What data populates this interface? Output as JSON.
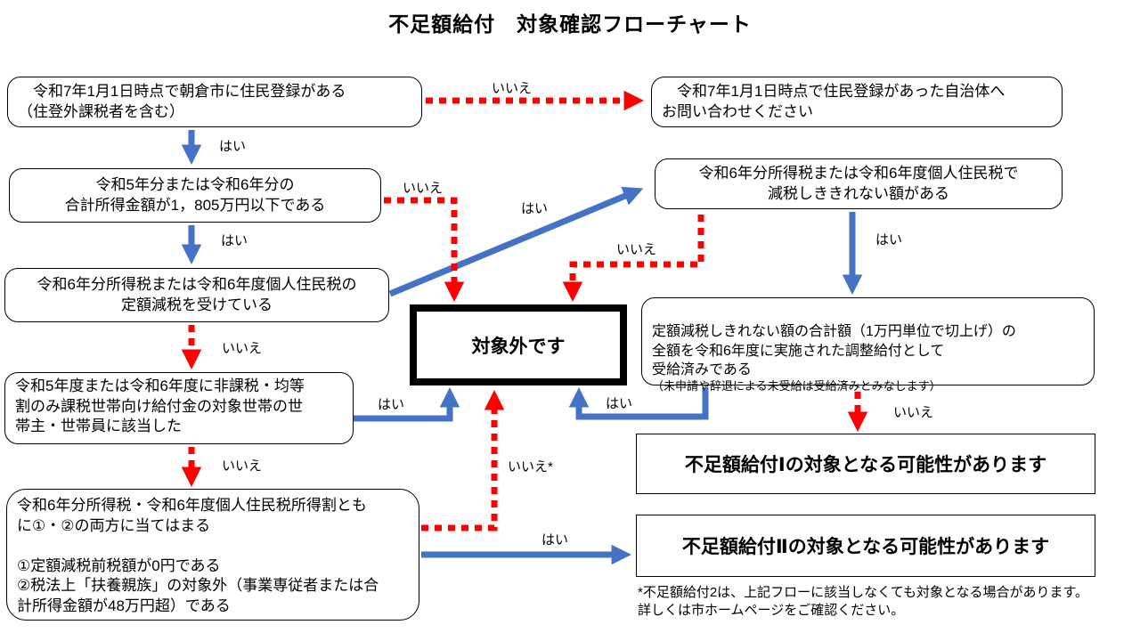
{
  "title": "不足額給付　対象確認フローチャート",
  "labels": {
    "yes": "はい",
    "no": "いいえ",
    "no_star": "いいえ*"
  },
  "colors": {
    "yes_arrow": "#4472C4",
    "no_arrow": "#FF0000",
    "box_border": "#000000",
    "excluded_border": "#000000"
  },
  "nodes": {
    "residence": "令和7年1月1日時点で朝倉市に住民登録がある\n（住登外課税者を含む）",
    "contact": "令和7年1月1日時点で住民登録があった自治体へ\nお問い合わせください",
    "income_limit": "令和5年分または令和6年分の\n合計所得金額が1，805万円以下である",
    "tax_reduction": "令和6年分所得税または令和6年度個人住民税の\n定額減税を受けている",
    "household_benefit": "令和5年度または令和6年度に非課税・均等\n割のみ課税世帯向け給付金の対象世帯の世\n帯主・世帯員に該当した",
    "both_conditions": "令和6年分所得税・令和6年度個人住民税所得割とも\nに①・②の両方に当てはまる\n\n①定額減税前税額が0円である\n②税法上「扶養親族」の対象外（事業専従者または合\n計所得金額が48万円超）である",
    "remaining_tax": "令和6年分所得税または令和6年度個人住民税で\n減税しききれない額がある",
    "adjustment_benefit": "定額減税しきれない額の合計額（1万円単位で切上げ）の\n全額を令和6年度に実施された調整給付として\n受給済みである",
    "adjustment_benefit_note": "（未申請や辞退による未受給は受給済みとみなします）",
    "excluded": "対象外です",
    "result1": "不足額給付Ⅰの対象となる可能性があります",
    "result2": "不足額給付Ⅱの対象となる可能性があります",
    "footnote": "*不足額給付2は、上記フローに該当しなくても対象となる場合があります。\n詳しくは市ホームページをご確認ください。"
  }
}
